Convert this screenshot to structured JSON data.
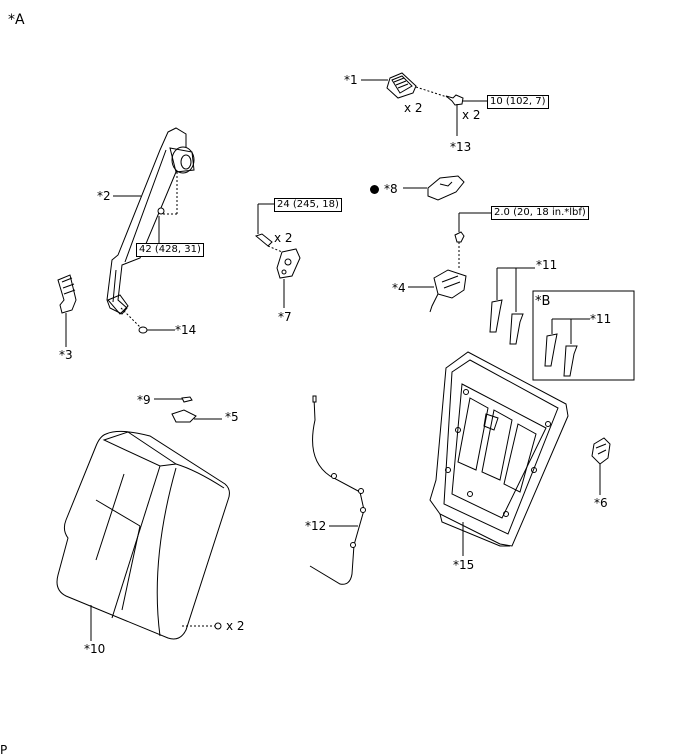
{
  "view_label": "*A",
  "footer_mark": "P",
  "parts": {
    "p1": "*1",
    "p2": "*2",
    "p3": "*3",
    "p4": "*4",
    "p5": "*5",
    "p6": "*6",
    "p7": "*7",
    "p8": "*8",
    "p9": "*9",
    "p10": "*10",
    "p11a": "*11",
    "p11b": "*11",
    "p12": "*12",
    "p13": "*13",
    "p14": "*14",
    "p15": "*15"
  },
  "inset_label": "*B",
  "quantities": {
    "q1": "x 2",
    "q13": "x 2",
    "q7": "x 2",
    "q10": "x 2"
  },
  "torques": {
    "t13": "10 (102, 7)",
    "t2": "42 (428, 31)",
    "t7": "24 (245, 18)",
    "t4": "2.0 (20, 18 in.*lbf)"
  }
}
